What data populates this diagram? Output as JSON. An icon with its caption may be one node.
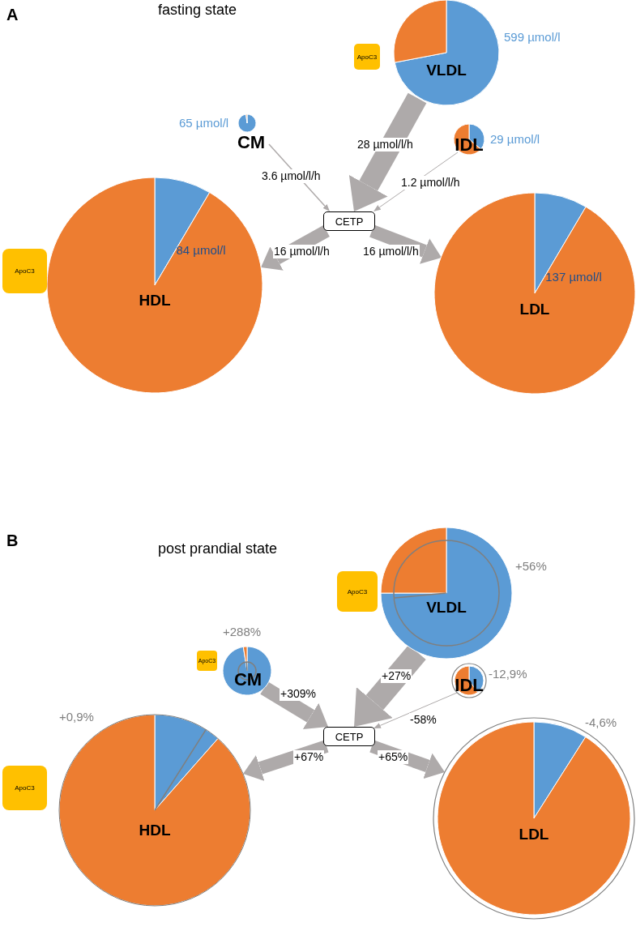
{
  "diagram": {
    "nodes": [
      {
        "text": [
          "VLDL"
        ],
        "beside": [
          "599 µmol/l"
        ]
      },
      {
        "text": [
          "ApoC3"
        ]
      },
      {
        "text": [
          "CM"
        ],
        "beside": [
          "65 µmol/l"
        ]
      },
      {
        "text": [
          "IDL"
        ],
        "beside": [
          "29 µmol/l"
        ]
      },
      {
        "text": [
          "CETP"
        ]
      },
      {
        "text": [
          "84 µmol/l",
          "HDL"
        ]
      },
      {
        "text": [
          "137 µmol/l",
          "LDL"
        ]
      },
      {
        "text": [
          "ApoC3"
        ]
      },
      {
        "text": [
          "VLDL"
        ],
        "beside": [
          "+56%"
        ]
      },
      {
        "text": [
          "ApoC3"
        ]
      },
      {
        "text": [
          "CM"
        ],
        "beside": [
          "+288%"
        ]
      },
      {
        "text": [
          "ApoC3"
        ]
      },
      {
        "text": [
          "IDL"
        ],
        "beside": [
          "-12,9%"
        ]
      },
      {
        "text": [
          "CETP"
        ]
      },
      {
        "text": [
          "HDL"
        ],
        "beside": [
          "+0,9%"
        ]
      },
      {
        "text": [
          "LDL"
        ],
        "beside": [
          "-4,6%"
        ]
      },
      {
        "text": [
          "ApoC3"
        ]
      }
    ],
    "edges": [
      {
        "from": 0,
        "to": 4,
        "arrow": "to",
        "label": "28 µmol/l/h"
      },
      {
        "from": 2,
        "to": 4,
        "arrow": "to",
        "label": "3.6 µmol/l/h"
      },
      {
        "from": 3,
        "to": 4,
        "arrow": "to",
        "label": "1.2 µmol/l/h"
      },
      {
        "from": 4,
        "to": 5,
        "arrow": "to",
        "label": "16 µmol/l/h"
      },
      {
        "from": 4,
        "to": 6,
        "arrow": "to",
        "label": "16 µmol/l/h"
      },
      {
        "from": 10,
        "to": 13,
        "arrow": "to",
        "label": "+309%"
      },
      {
        "from": 8,
        "to": 13,
        "arrow": "to",
        "label": "+27%"
      },
      {
        "from": 12,
        "to": 13,
        "arrow": "to",
        "label": "-58%"
      },
      {
        "from": 13,
        "to": 14,
        "arrow": "to",
        "label": "+67%"
      },
      {
        "from": 13,
        "to": 15,
        "arrow": "to",
        "label": "+65%"
      }
    ],
    "labels": [
      "A",
      "fasting state",
      "B",
      "post prandial state"
    ]
  }
}
